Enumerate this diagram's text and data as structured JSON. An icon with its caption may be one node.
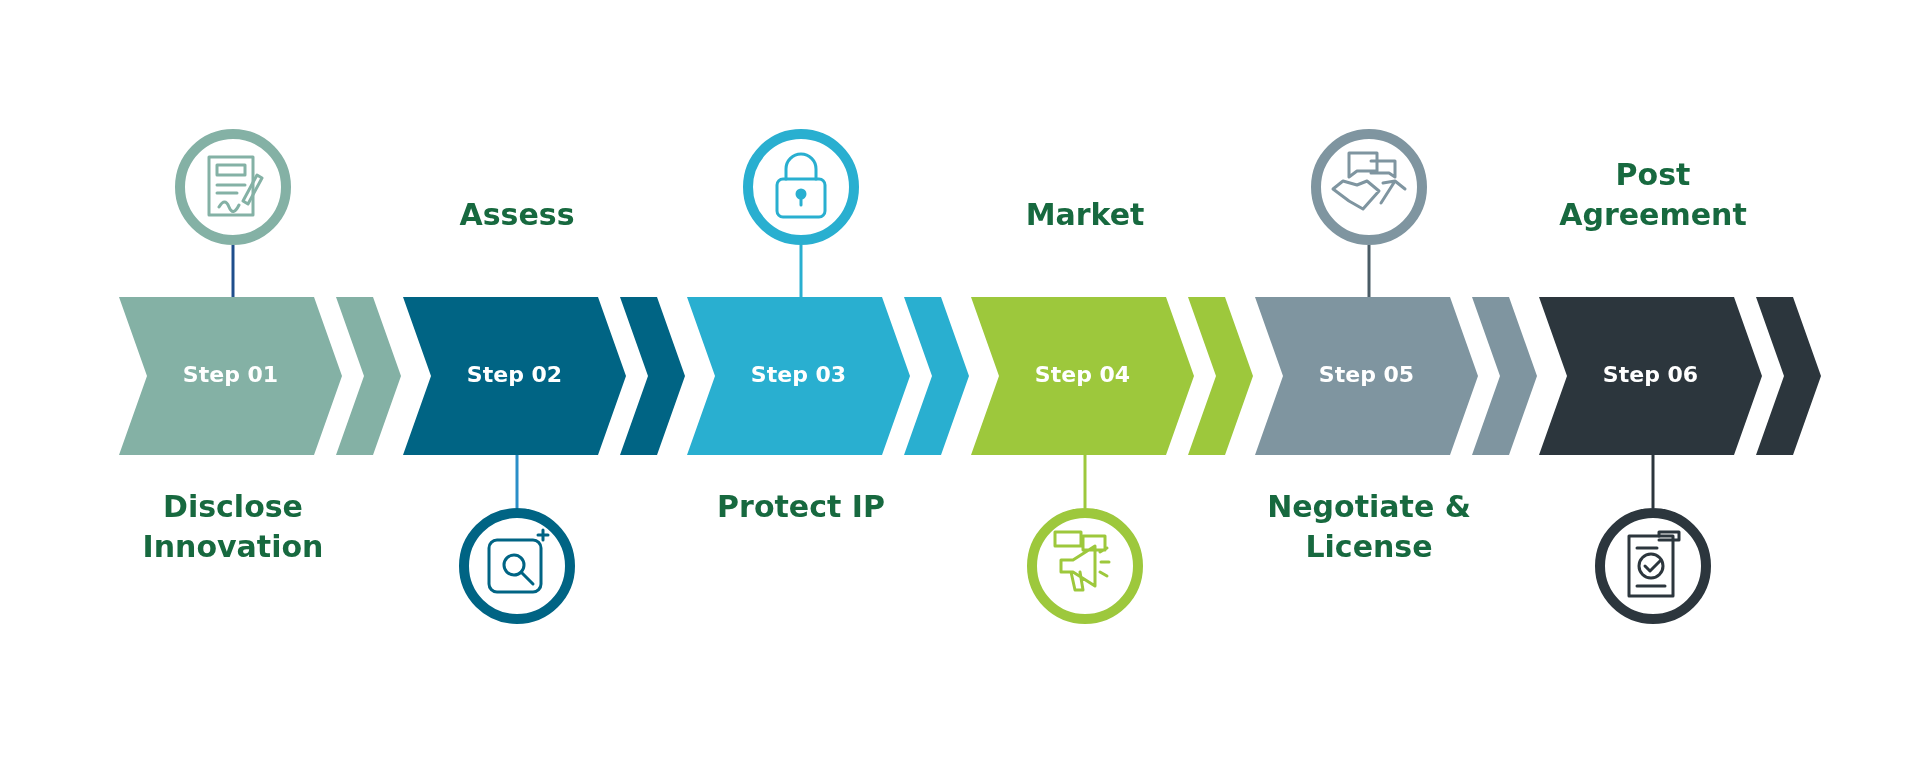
{
  "diagram": {
    "nodes": [
      {
        "text": [
          "Step 01"
        ],
        "beside": [
          "Disclose Innovation"
        ]
      },
      {
        "text": [],
        "shape": "circle"
      },
      {
        "text": [
          "Step 02"
        ],
        "beside": [
          "Assess"
        ]
      },
      {
        "text": [],
        "shape": "circle"
      },
      {
        "text": [
          "Step 03"
        ],
        "beside": [
          "Protect IP"
        ]
      },
      {
        "text": [],
        "shape": "circle"
      },
      {
        "text": [
          "Step 04"
        ],
        "beside": [
          "Market"
        ]
      },
      {
        "text": [],
        "shape": "circle"
      },
      {
        "text": [
          "Step 05"
        ],
        "beside": [
          "Negotiate & License"
        ]
      },
      {
        "text": [],
        "shape": "circle"
      },
      {
        "text": [
          "Step 06"
        ],
        "beside": [
          "Post Agreement"
        ]
      },
      {
        "text": [],
        "shape": "circle"
      }
    ],
    "edges": [
      {
        "from": 1,
        "to": 0,
        "arrow": "none",
        "color": "#1f4e8c"
      },
      {
        "from": 3,
        "to": 2,
        "arrow": "none",
        "color": "#2a8fc9"
      },
      {
        "from": 5,
        "to": 4,
        "arrow": "none",
        "color": "#29afd0"
      },
      {
        "from": 7,
        "to": 6,
        "arrow": "none",
        "color": "#9dc83c"
      },
      {
        "from": 9,
        "to": 8,
        "arrow": "none",
        "color": "#4a5c66"
      },
      {
        "from": 11,
        "to": 10,
        "arrow": "none",
        "color": "#2c363d"
      }
    ]
  }
}
